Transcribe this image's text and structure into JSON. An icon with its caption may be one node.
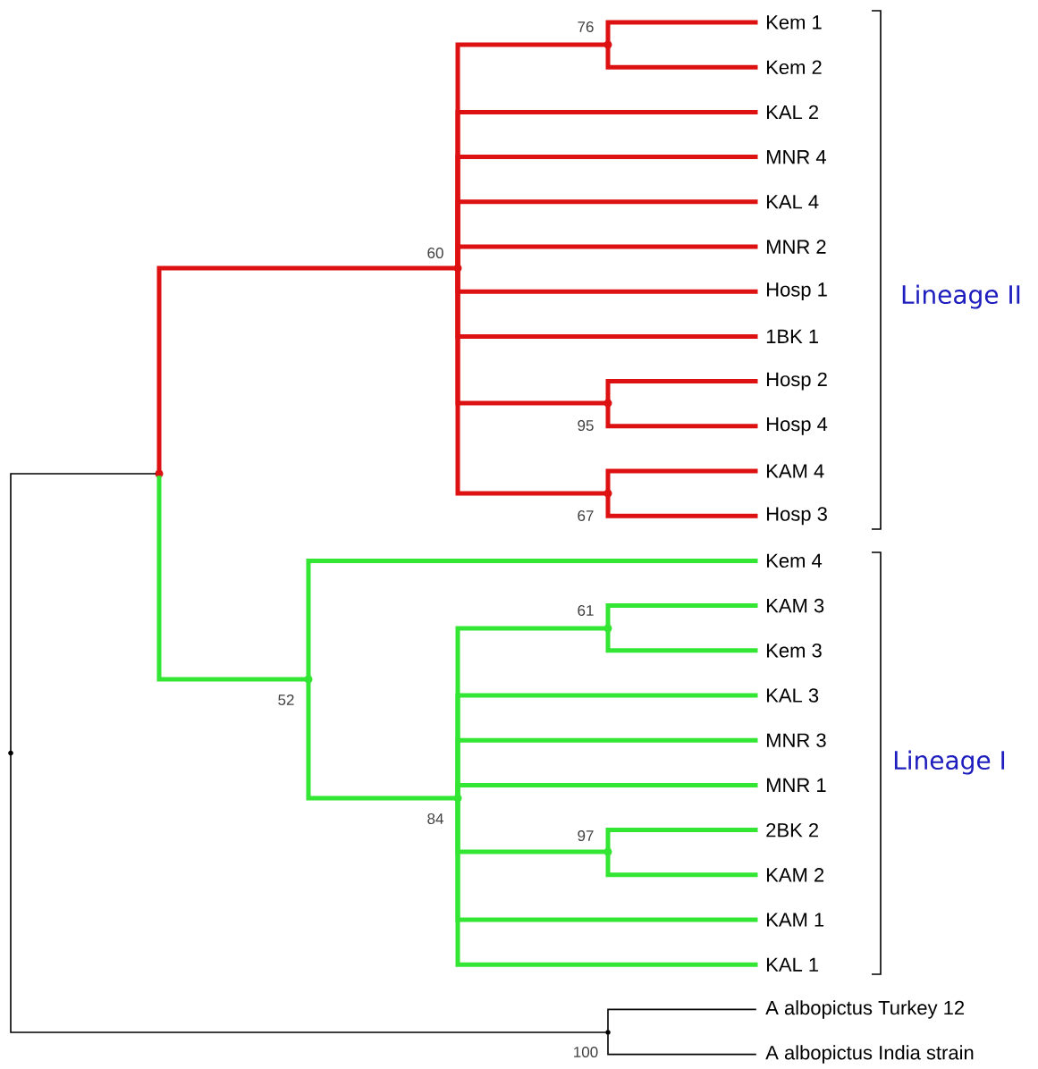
{
  "diagram": {
    "nodes": [
      {
        "text": [],
        "shape": "point"
      },
      {
        "text": [],
        "shape": "point"
      },
      {
        "text": [],
        "shape": "point",
        "beside": [
          "60"
        ]
      },
      {
        "text": [],
        "shape": "point",
        "beside": [
          "76"
        ]
      },
      {
        "text": [
          "Kem 1"
        ]
      },
      {
        "text": [
          "Kem 2"
        ]
      },
      {
        "text": [
          "KAL 2"
        ]
      },
      {
        "text": [
          "MNR 4"
        ]
      },
      {
        "text": [
          "KAL 4"
        ]
      },
      {
        "text": [
          "MNR 2"
        ]
      },
      {
        "text": [
          "Hosp 1"
        ]
      },
      {
        "text": [
          "1BK 1"
        ]
      },
      {
        "text": [],
        "shape": "point",
        "beside": [
          "95"
        ]
      },
      {
        "text": [
          "Hosp 2"
        ]
      },
      {
        "text": [
          "Hosp 4"
        ]
      },
      {
        "text": [],
        "shape": "point",
        "beside": [
          "67"
        ]
      },
      {
        "text": [
          "KAM 4"
        ]
      },
      {
        "text": [
          "Hosp 3"
        ]
      },
      {
        "text": [],
        "shape": "point",
        "beside": [
          "52"
        ]
      },
      {
        "text": [
          "Kem 4"
        ]
      },
      {
        "text": [],
        "shape": "point",
        "beside": [
          "84"
        ]
      },
      {
        "text": [],
        "shape": "point",
        "beside": [
          "61"
        ]
      },
      {
        "text": [
          "KAM 3"
        ]
      },
      {
        "text": [
          "Kem 3"
        ]
      },
      {
        "text": [
          "KAL 3"
        ]
      },
      {
        "text": [
          "MNR 3"
        ]
      },
      {
        "text": [
          "MNR 1"
        ]
      },
      {
        "text": [],
        "shape": "point",
        "beside": [
          "97"
        ]
      },
      {
        "text": [
          "2BK 2"
        ]
      },
      {
        "text": [
          "KAM 2"
        ]
      },
      {
        "text": [
          "KAM 1"
        ]
      },
      {
        "text": [
          "KAL 1"
        ]
      },
      {
        "text": [],
        "shape": "point",
        "beside": [
          "100"
        ]
      },
      {
        "text": [
          "A albopictus Turkey 12"
        ]
      },
      {
        "text": [
          "A albopictus India strain"
        ]
      }
    ],
    "edges": [
      {
        "from": 0,
        "to": 1,
        "arrow": "none",
        "color": "#000000"
      },
      {
        "from": 1,
        "to": 2,
        "arrow": "none",
        "color": "#dd1111"
      },
      {
        "from": 2,
        "to": 3,
        "arrow": "none",
        "color": "#dd1111"
      },
      {
        "from": 3,
        "to": 4,
        "arrow": "none",
        "color": "#dd1111"
      },
      {
        "from": 3,
        "to": 5,
        "arrow": "none",
        "color": "#dd1111"
      },
      {
        "from": 2,
        "to": 6,
        "arrow": "none",
        "color": "#dd1111"
      },
      {
        "from": 2,
        "to": 7,
        "arrow": "none",
        "color": "#dd1111"
      },
      {
        "from": 2,
        "to": 8,
        "arrow": "none",
        "color": "#dd1111"
      },
      {
        "from": 2,
        "to": 9,
        "arrow": "none",
        "color": "#dd1111"
      },
      {
        "from": 2,
        "to": 10,
        "arrow": "none",
        "color": "#dd1111"
      },
      {
        "from": 2,
        "to": 11,
        "arrow": "none",
        "color": "#dd1111"
      },
      {
        "from": 2,
        "to": 12,
        "arrow": "none",
        "color": "#dd1111"
      },
      {
        "from": 12,
        "to": 13,
        "arrow": "none",
        "color": "#dd1111"
      },
      {
        "from": 12,
        "to": 14,
        "arrow": "none",
        "color": "#dd1111"
      },
      {
        "from": 2,
        "to": 15,
        "arrow": "none",
        "color": "#dd1111"
      },
      {
        "from": 15,
        "to": 16,
        "arrow": "none",
        "color": "#dd1111"
      },
      {
        "from": 15,
        "to": 17,
        "arrow": "none",
        "color": "#dd1111"
      },
      {
        "from": 1,
        "to": 18,
        "arrow": "none",
        "color": "#33e633"
      },
      {
        "from": 18,
        "to": 19,
        "arrow": "none",
        "color": "#33e633"
      },
      {
        "from": 18,
        "to": 20,
        "arrow": "none",
        "color": "#33e633"
      },
      {
        "from": 20,
        "to": 21,
        "arrow": "none",
        "color": "#33e633"
      },
      {
        "from": 21,
        "to": 22,
        "arrow": "none",
        "color": "#33e633"
      },
      {
        "from": 21,
        "to": 23,
        "arrow": "none",
        "color": "#33e633"
      },
      {
        "from": 20,
        "to": 24,
        "arrow": "none",
        "color": "#33e633"
      },
      {
        "from": 20,
        "to": 25,
        "arrow": "none",
        "color": "#33e633"
      },
      {
        "from": 20,
        "to": 26,
        "arrow": "none",
        "color": "#33e633"
      },
      {
        "from": 20,
        "to": 27,
        "arrow": "none",
        "color": "#33e633"
      },
      {
        "from": 27,
        "to": 28,
        "arrow": "none",
        "color": "#33e633"
      },
      {
        "from": 27,
        "to": 29,
        "arrow": "none",
        "color": "#33e633"
      },
      {
        "from": 20,
        "to": 30,
        "arrow": "none",
        "color": "#33e633"
      },
      {
        "from": 20,
        "to": 31,
        "arrow": "none",
        "color": "#33e633"
      },
      {
        "from": 0,
        "to": 32,
        "arrow": "none",
        "color": "#000000"
      },
      {
        "from": 32,
        "to": 33,
        "arrow": "none",
        "color": "#000000"
      },
      {
        "from": 32,
        "to": 34,
        "arrow": "none",
        "color": "#000000"
      }
    ],
    "labels": [
      "Lineage II",
      "Lineage I"
    ]
  }
}
